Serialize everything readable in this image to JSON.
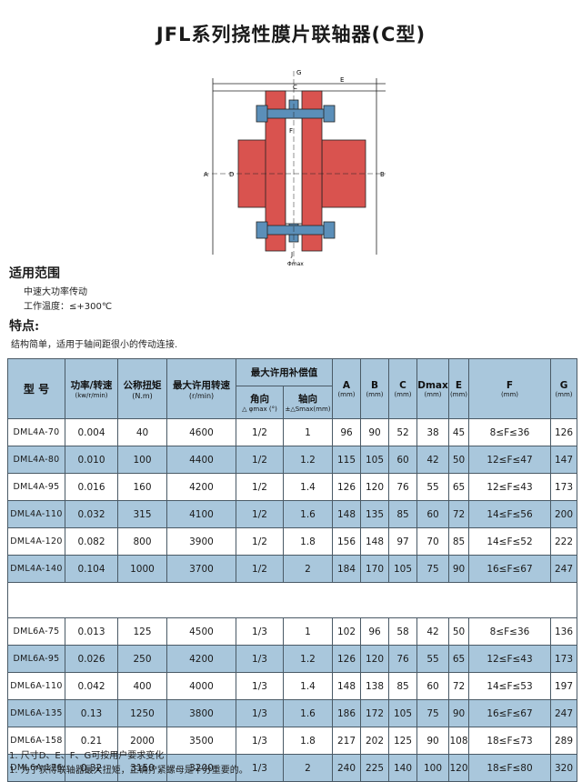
{
  "title": "JFL系列挠性膜片联轴器(C型)",
  "drawing_labels": {
    "G": "G",
    "E": "E",
    "C": "C",
    "F": "F",
    "A": "A",
    "B": "B",
    "D": "D",
    "J": "J",
    "dim_bottom": "Φmax"
  },
  "scope": {
    "heading": "适用范围",
    "lines": [
      "中速大功率传动",
      "工作温度：≤+300℃"
    ]
  },
  "features": {
    "heading": "特点:",
    "text": "结构简单，适用于轴间距很小的传动连接."
  },
  "table": {
    "headers": {
      "model": "型  号",
      "power": "功率/转速",
      "power_unit": "(kw/r/min)",
      "torque": "公称扭矩",
      "torque_unit": "(N.m)",
      "speed": "最大许用转速",
      "speed_unit": "(r/min)",
      "comp": "最大许用补偿值",
      "angle": "角向",
      "angle_sub": "△ φmax (°)",
      "axial": "轴向",
      "axial_sub": "±△Smax(mm)",
      "A": "A",
      "B": "B",
      "C": "C",
      "Dmax": "Dmax",
      "E": "E",
      "F": "F",
      "G": "G",
      "mm": "(mm)"
    },
    "group1": [
      {
        "model": "DML4A-70",
        "power": "0.004",
        "torque": "40",
        "speed": "4600",
        "angle": "1/2",
        "axial": "1",
        "A": "96",
        "B": "90",
        "C": "52",
        "D": "38",
        "E": "45",
        "F": "8≤F≤36",
        "G": "126"
      },
      {
        "model": "DML4A-80",
        "power": "0.010",
        "torque": "100",
        "speed": "4400",
        "angle": "1/2",
        "axial": "1.2",
        "A": "115",
        "B": "105",
        "C": "60",
        "D": "42",
        "E": "50",
        "F": "12≤F≤47",
        "G": "147"
      },
      {
        "model": "DML4A-95",
        "power": "0.016",
        "torque": "160",
        "speed": "4200",
        "angle": "1/2",
        "axial": "1.4",
        "A": "126",
        "B": "120",
        "C": "76",
        "D": "55",
        "E": "65",
        "F": "12≤F≤43",
        "G": "173"
      },
      {
        "model": "DML4A-110",
        "power": "0.032",
        "torque": "315",
        "speed": "4100",
        "angle": "1/2",
        "axial": "1.6",
        "A": "148",
        "B": "135",
        "C": "85",
        "D": "60",
        "E": "72",
        "F": "14≤F≤56",
        "G": "200"
      },
      {
        "model": "DML4A-120",
        "power": "0.082",
        "torque": "800",
        "speed": "3900",
        "angle": "1/2",
        "axial": "1.8",
        "A": "156",
        "B": "148",
        "C": "97",
        "D": "70",
        "E": "85",
        "F": "14≤F≤52",
        "G": "222"
      },
      {
        "model": "DML4A-140",
        "power": "0.104",
        "torque": "1000",
        "speed": "3700",
        "angle": "1/2",
        "axial": "2",
        "A": "184",
        "B": "170",
        "C": "105",
        "D": "75",
        "E": "90",
        "F": "16≤F≤67",
        "G": "247"
      }
    ],
    "group2": [
      {
        "model": "DML6A-75",
        "power": "0.013",
        "torque": "125",
        "speed": "4500",
        "angle": "1/3",
        "axial": "1",
        "A": "102",
        "B": "96",
        "C": "58",
        "D": "42",
        "E": "50",
        "F": "8≤F≤36",
        "G": "136"
      },
      {
        "model": "DML6A-95",
        "power": "0.026",
        "torque": "250",
        "speed": "4200",
        "angle": "1/3",
        "axial": "1.2",
        "A": "126",
        "B": "120",
        "C": "76",
        "D": "55",
        "E": "65",
        "F": "12≤F≤43",
        "G": "173"
      },
      {
        "model": "DML6A-110",
        "power": "0.042",
        "torque": "400",
        "speed": "4000",
        "angle": "1/3",
        "axial": "1.4",
        "A": "148",
        "B": "138",
        "C": "85",
        "D": "60",
        "E": "72",
        "F": "14≤F≤53",
        "G": "197"
      },
      {
        "model": "DML6A-135",
        "power": "0.13",
        "torque": "1250",
        "speed": "3800",
        "angle": "1/3",
        "axial": "1.6",
        "A": "186",
        "B": "172",
        "C": "105",
        "D": "75",
        "E": "90",
        "F": "16≤F≤67",
        "G": "247"
      },
      {
        "model": "DML6A-158",
        "power": "0.21",
        "torque": "2000",
        "speed": "3500",
        "angle": "1/3",
        "axial": "1.8",
        "A": "217",
        "B": "202",
        "C": "125",
        "D": "90",
        "E": "108",
        "F": "18≤F≤73",
        "G": "289"
      },
      {
        "model": "DML6A-176",
        "power": "0.32",
        "torque": "3150",
        "speed": "3200",
        "angle": "1/3",
        "axial": "2",
        "A": "240",
        "B": "225",
        "C": "140",
        "D": "100",
        "E": "120",
        "F": "18≤F≤80",
        "G": "320"
      }
    ]
  },
  "notes": [
    "1. 尺寸D、E、F、G可按用户要求变化",
    "1. 为了获得联轴器最大扭矩，正确拧紧螺母是十分重要的。"
  ],
  "colors": {
    "header_blue": "#a9c7dc",
    "row_blue": "#a9c7dc",
    "metal_red": "#d9534f",
    "metal_blue": "#5b8fb9"
  }
}
